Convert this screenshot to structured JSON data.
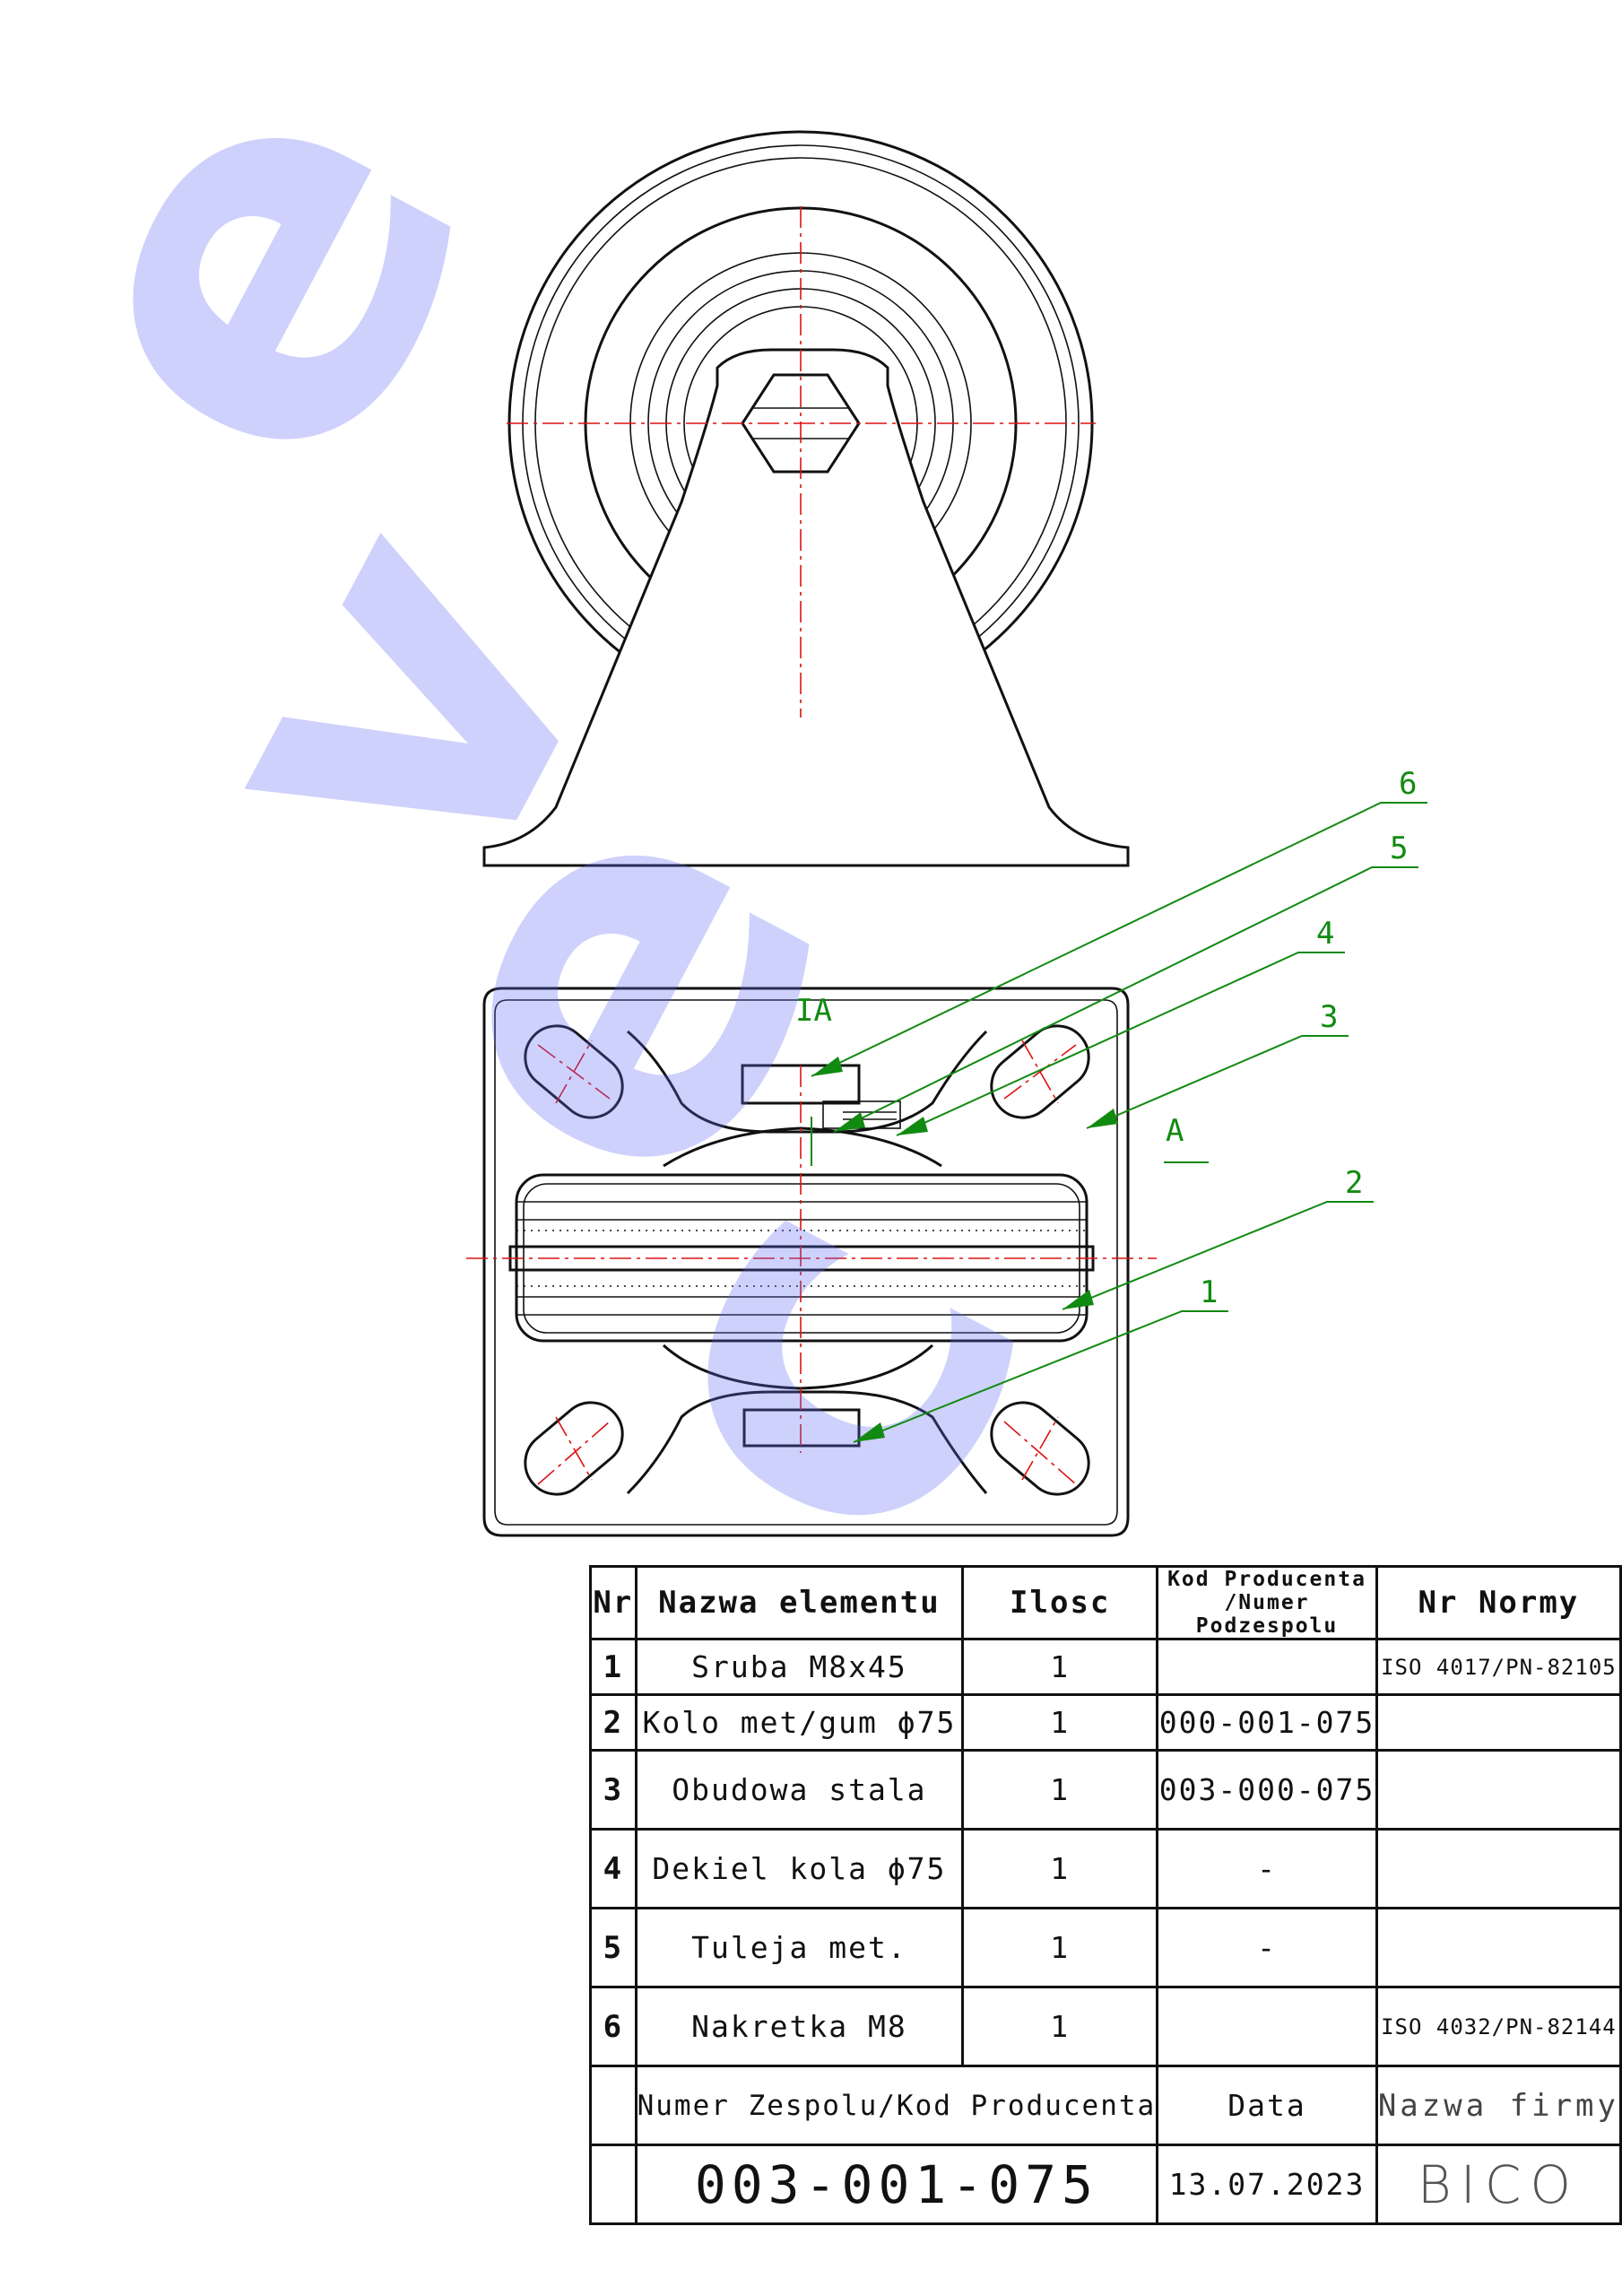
{
  "callouts": [
    {
      "number": "6"
    },
    {
      "number": "5"
    },
    {
      "number": "4"
    },
    {
      "number": "3"
    },
    {
      "number": "2"
    },
    {
      "number": "1"
    }
  ],
  "section_markers": {
    "left": "IA",
    "right": "A"
  },
  "watermark": {
    "text": "eveco",
    "color": "#5f6af2"
  },
  "table": {
    "headers": {
      "nr": "Nr",
      "name": "Nazwa elementu",
      "qty": "Ilosc",
      "code_line1": "Kod Producenta",
      "code_line2": "/Numer Podzespolu",
      "standard": "Nr Normy"
    },
    "rows": [
      {
        "nr": "1",
        "name": "Sruba M8x45",
        "qty": "1",
        "code": "",
        "standard": "ISO 4017/PN-82105"
      },
      {
        "nr": "2",
        "name": "Kolo met/gum ϕ75",
        "qty": "1",
        "code": "000-001-075",
        "standard": ""
      },
      {
        "nr": "3",
        "name": "Obudowa stala",
        "qty": "1",
        "code": "003-000-075",
        "standard": ""
      },
      {
        "nr": "4",
        "name": "Dekiel kola ϕ75",
        "qty": "1",
        "code": "-",
        "standard": ""
      },
      {
        "nr": "5",
        "name": "Tuleja met.",
        "qty": "1",
        "code": "-",
        "standard": ""
      },
      {
        "nr": "6",
        "name": "Nakretka M8",
        "qty": "1",
        "code": "",
        "standard": "ISO 4032/PN-82144"
      }
    ],
    "footer": {
      "assembly_label": "Numer Zespolu/Kod Producenta",
      "date_label": "Data",
      "company_label": "Nazwa firmy",
      "assembly_number": "003-001-075",
      "date": "13.07.2023",
      "company": "BICO"
    }
  }
}
